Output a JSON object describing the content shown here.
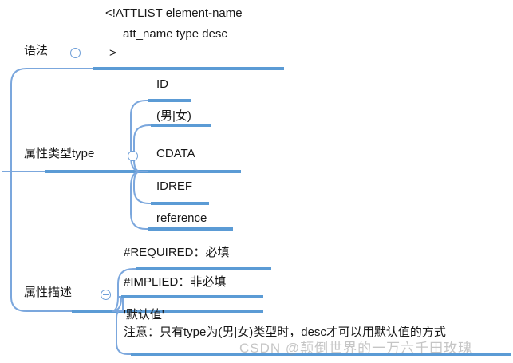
{
  "diagram": {
    "type": "mind-map",
    "title": "ATTLIST mind map",
    "colors": {
      "underline": "#5b9bd5",
      "connector": "#7ba7dd",
      "text": "#181818",
      "toggle": "#6f9fd8",
      "background": "#ffffff"
    },
    "root": {
      "name": "root-node",
      "toggle": "collapse-toggle",
      "children_count": 3
    },
    "branches": [
      {
        "id": "syntax",
        "label": "语法",
        "toggle": "collapse",
        "content_lines": [
          "<!ATTLIST element-name",
          "att_name type desc",
          ">"
        ]
      },
      {
        "id": "attr-type",
        "label": "属性类型type",
        "toggle": "collapse",
        "children": [
          {
            "id": "id",
            "label": "ID"
          },
          {
            "id": "enum",
            "label": "(男|女)"
          },
          {
            "id": "cdata",
            "label": "CDATA"
          },
          {
            "id": "idref",
            "label": "IDREF"
          },
          {
            "id": "reference",
            "label": "reference"
          }
        ]
      },
      {
        "id": "attr-desc",
        "label": "属性描述",
        "toggle": "collapse",
        "children": [
          {
            "id": "required",
            "label": "#REQUIRED：必填"
          },
          {
            "id": "implied",
            "label": "#IMPLIED：非必填"
          },
          {
            "id": "default-value",
            "label": "'默认值'",
            "label_line2": "注意：只有type为(男|女)类型时，desc才可以用默认值的方式"
          }
        ]
      }
    ]
  },
  "watermark": {
    "text": "CSDN @颠倒世界的一万六千田玫瑰"
  }
}
